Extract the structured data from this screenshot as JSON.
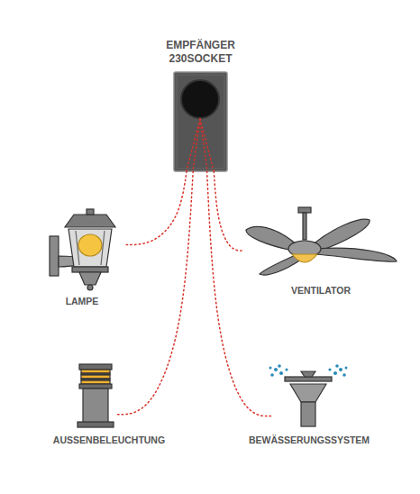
{
  "diagram": {
    "nodes": [
      {
        "text": [
          "EMPFÄNGER 230SOCKET"
        ]
      },
      {
        "text": [
          "LAMPE"
        ]
      },
      {
        "text": [
          "VENTILATOR"
        ]
      },
      {
        "text": [
          "AUSSENBELEUCHTUNG"
        ]
      },
      {
        "text": [
          "BEWÄSSERUNGSSYSTEM"
        ]
      }
    ],
    "edges": [
      {
        "from": 0,
        "to": 1,
        "arrow": "none"
      },
      {
        "from": 0,
        "to": 2,
        "arrow": "none"
      },
      {
        "from": 0,
        "to": 3,
        "arrow": "none"
      },
      {
        "from": 0,
        "to": 4,
        "arrow": "none"
      }
    ]
  }
}
